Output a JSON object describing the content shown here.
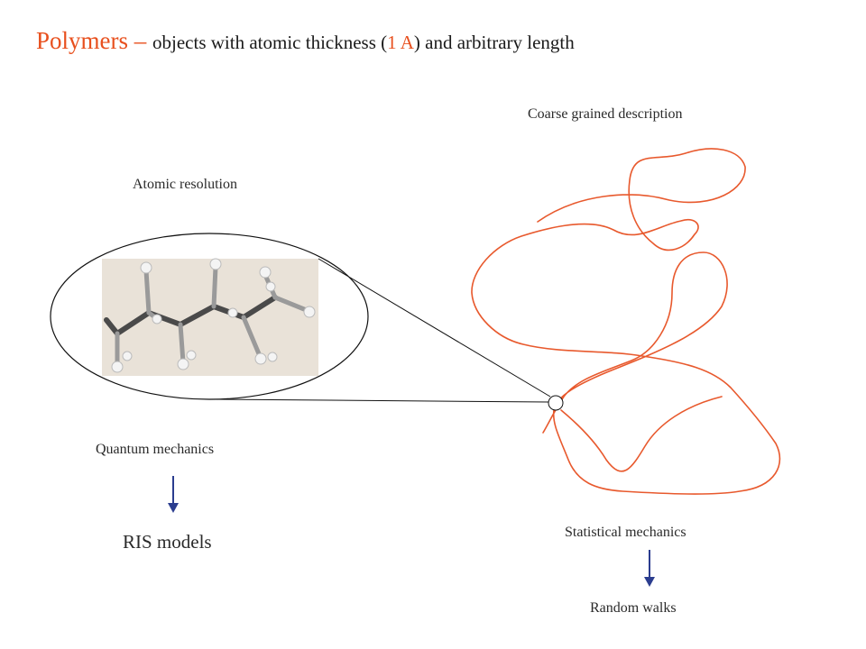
{
  "title": {
    "accent": "Polymers",
    "dash": " – ",
    "part1": "objects with atomic thickness (",
    "part2": "1 A",
    "part3": ") and arbitrary length"
  },
  "labels": {
    "atomic_resolution": "Atomic resolution",
    "coarse_grained": "Coarse grained description",
    "quantum_mechanics": "Quantum mechanics",
    "ris_models": "RIS models",
    "statistical_mechanics": "Statistical mechanics",
    "random_walks": "Random walks"
  },
  "colors": {
    "accent": "#e8501e",
    "chain": "#e8592d",
    "arrow": "#2b3d8f",
    "photo_bg": "#e9e2d8"
  }
}
